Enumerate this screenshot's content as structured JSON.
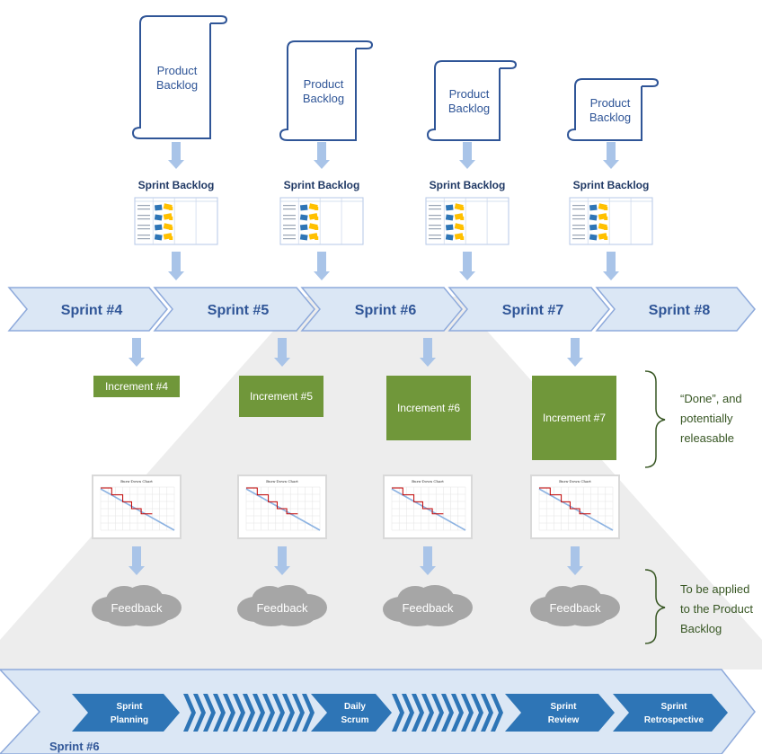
{
  "product_backlog_label": [
    "Product",
    "Backlog"
  ],
  "sprint_backlog_label": "Sprint Backlog",
  "sprints": [
    "Sprint #4",
    "Sprint #5",
    "Sprint #6",
    "Sprint #7",
    "Sprint #8"
  ],
  "increments": [
    "Increment #4",
    "Increment #5",
    "Increment #6",
    "Increment #7"
  ],
  "burndown_title": "Burn-Down Chart",
  "feedback_label": "Feedback",
  "notes": {
    "done": [
      "“Done”, and",
      "potentially",
      "releasable"
    ],
    "feedback": [
      "To be applied",
      "to the Product",
      "Backlog"
    ]
  },
  "sprint_events": [
    [
      "Sprint",
      "Planning"
    ],
    [
      "Daily",
      "Scrum"
    ],
    [
      "Sprint",
      "Review"
    ],
    [
      "Sprint",
      "Retrospective"
    ]
  ],
  "bottom_sprint_label": "Sprint #6",
  "colors": {
    "scroll_stroke": "#2f5597",
    "arrow": "#a9c4e8",
    "chevron_fill": "#dbe7f5",
    "chevron_stroke": "#8eaadb",
    "increment": "#70973a",
    "feedback_cloud": "#a6a6a6",
    "funnel": "#ededed",
    "event": "#2e75b6",
    "note_brace": "#375623"
  }
}
